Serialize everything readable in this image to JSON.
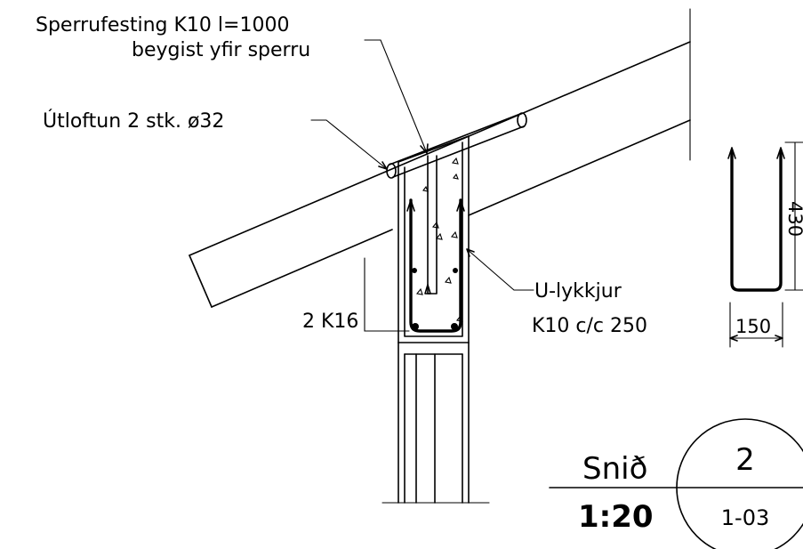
{
  "labels": {
    "rafter_fixing_line1": "Sperrufesting K10 l=1000",
    "rafter_fixing_line2": "beygist yfir sperru",
    "vent_pipe": "Útloftun 2 stk. ø32",
    "bottom_rebar": "2 K16",
    "u_loop_line1": "U-lykkjur",
    "u_loop_line2": "K10 c/c 250",
    "u_loop_width": "150",
    "u_loop_height": "430"
  },
  "title_block": {
    "section_word": "Snið",
    "scale": "1:20",
    "section_number": "2",
    "sheet_ref": "1-03"
  }
}
